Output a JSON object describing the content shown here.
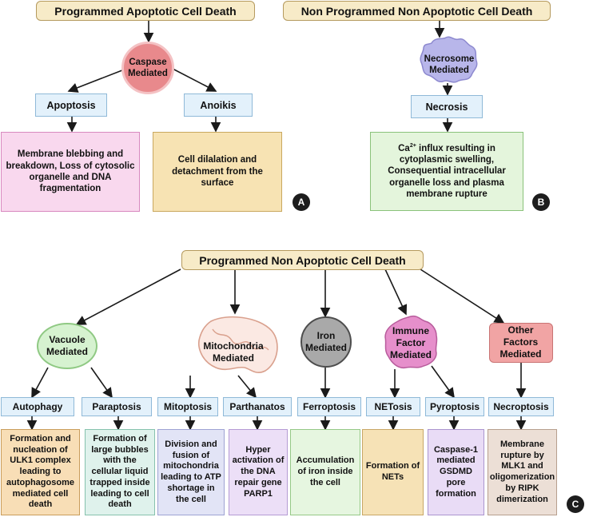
{
  "panel_a": {
    "title": "Programmed Apoptotic Cell Death",
    "hub": "Caspase Mediated",
    "left_box": "Apoptosis",
    "right_box": "Anoikis",
    "left_desc": "Membrane blebbing and breakdown, Loss of cytosolic organelle and DNA fragmentation",
    "right_desc": "Cell dilalation and detachment from the surface",
    "badge": "A"
  },
  "panel_b": {
    "title": "Non Programmed Non Apoptotic Cell Death",
    "hub": "Necrosome Mediated",
    "box": "Necrosis",
    "desc_super": "2+",
    "desc_prefix": "Ca",
    "desc": "influx resulting in cytoplasmic swelling, Consequential intracellular organelle loss and plasma membrane rupture",
    "badge": "B"
  },
  "panel_c": {
    "title": "Programmed Non Apoptotic Cell Death",
    "hubs": [
      "Vacuole Mediated",
      "Mitochondria Mediated",
      "Iron Mediated",
      "Immune Factor Mediated",
      "Other Factors Mediated"
    ],
    "boxes": [
      "Autophagy",
      "Paraptosis",
      "Mitoptosis",
      "Parthanatos",
      "Ferroptosis",
      "NETosis",
      "Pyroptosis",
      "Necroptosis"
    ],
    "descs": [
      "Formation and nucleation of ULK1 complex leading to autophagosome mediated cell death",
      "Formation of large bubbles with the cellular liquid trapped inside leading to cell death",
      "Division and fusion of mitochondria leading to ATP shortage in the cell",
      "Hyper activation of the DNA repair gene PARP1",
      "Accumulation of iron inside the cell",
      "Formation of NETs",
      "Caspase-1 mediated GSDMD pore formation",
      "Membrane rupture by MLK1 and oligomerization by RIPK dimerization"
    ],
    "badge": "C"
  },
  "colors": {
    "caspase": "#e8898c",
    "necrosome": "#b8b6ea",
    "vacuole": "#d6f2d0",
    "iron": "#a9a9a9",
    "immune": "#e68fcb",
    "other": "#f1a4a4"
  }
}
